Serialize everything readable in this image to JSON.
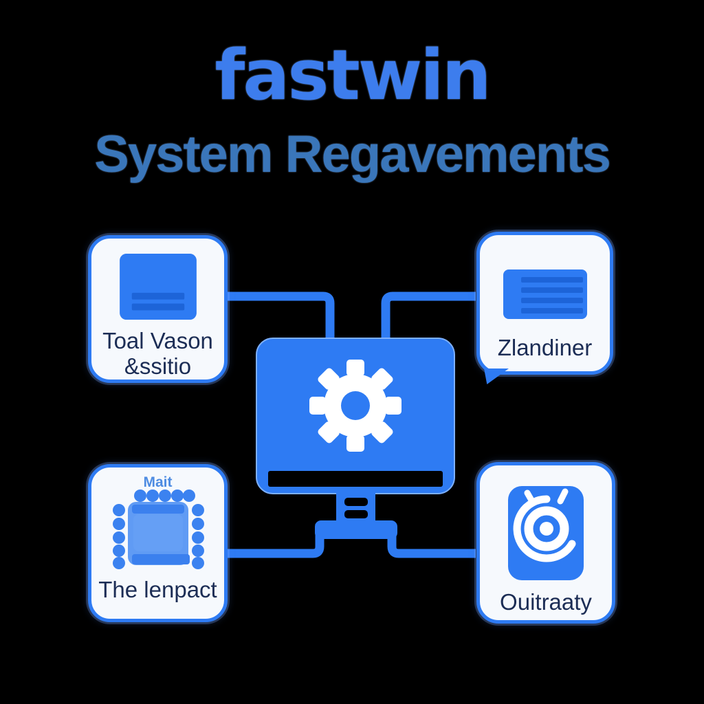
{
  "colors": {
    "accent_blue": "#2e7bf3",
    "title_blue": "#3d7ded",
    "subtitle_blue": "#3a76ba",
    "card_background": "#f6f9fd",
    "label_navy": "#1c2d55",
    "icon_dark_blue": "#1d64d8",
    "background": "#000000"
  },
  "header": {
    "title": "fastwin",
    "subtitle": "System Regavements"
  },
  "center": {
    "icon": "monitor-gear-icon"
  },
  "cards": {
    "top_left": {
      "icon": "document-icon",
      "label_line1": "Toal Vason",
      "label_line2": "&ssitio"
    },
    "top_right": {
      "icon": "message-lines-icon",
      "label": "Zlandiner"
    },
    "bottom_left": {
      "icon": "cpu-chip-icon",
      "chip_caption": "Mait",
      "label": "The lenpact"
    },
    "bottom_right": {
      "icon": "eye-swirl-icon",
      "label": "Ouitraaty"
    }
  }
}
